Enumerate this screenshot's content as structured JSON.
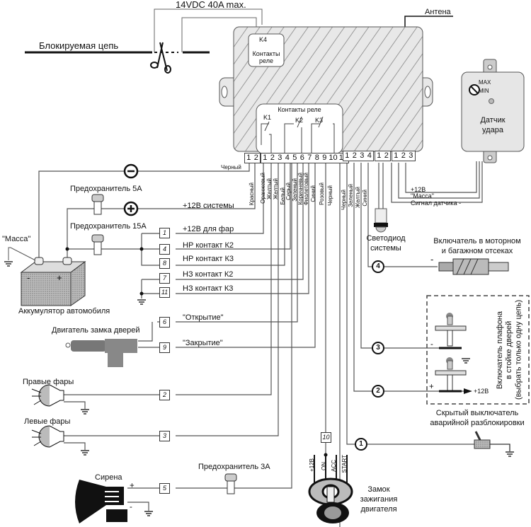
{
  "top": {
    "rating": "14VDC  40A  max.",
    "blocked_circuit": "Блокируемая цепь",
    "antenna": "Антена"
  },
  "control_unit": {
    "k4_label": "K4",
    "k4_contacts": "Контакты",
    "k4_contacts2": "реле",
    "relay_contacts": "Контакты реле",
    "k1": "K1",
    "k2": "K2",
    "k3": "K3",
    "connectors": {
      "power": [
        "1",
        "2"
      ],
      "main": [
        "1",
        "2",
        "3",
        "4",
        "5",
        "6",
        "7",
        "8",
        "9",
        "10",
        "11"
      ],
      "four": [
        "1",
        "2",
        "3",
        "4"
      ],
      "led": [
        "1",
        "2"
      ],
      "sensor": [
        "1",
        "2",
        "3"
      ]
    }
  },
  "wire_colors": {
    "power": [
      "Черный",
      "Красный"
    ],
    "main": [
      "Оранжевый",
      "Желтый",
      "Желтый",
      "Белый",
      "Серый",
      "Зеленый",
      "Коричневый",
      "Фиолетовый",
      "Синий",
      "Розовый",
      "Черный"
    ],
    "four": [
      "Черный",
      "Зеленый",
      "Желтый",
      "Синий"
    ]
  },
  "shock_sensor": {
    "title": "Датчик",
    "title2": "удара",
    "max": "MAX",
    "min": "MIN",
    "wires": [
      "+12В",
      "\"Масса\"",
      "Сигнал датчика -"
    ]
  },
  "battery": {
    "label": "Аккумулятор автомобиля",
    "ground": "\"Масса\"",
    "minus": "-",
    "plus": "+"
  },
  "fuses": {
    "fuse5": "Предохранитель 5А",
    "fuse15": "Предохранитель 15А",
    "fuse3": "Предохранитель 3А"
  },
  "lines": {
    "plus12_system": "+12В системы",
    "plus12_lights": "+12В для фар",
    "no_k2": "НР контакт К2",
    "no_k3": "НР контакт К3",
    "nc_k2": "НЗ контакт К2",
    "nc_k3": "НЗ контакт К3",
    "open": "\"Открытие\"",
    "close": "\"Закрытие\""
  },
  "pin_tags": [
    "1",
    "4",
    "8",
    "7",
    "11",
    "6",
    "9",
    "2",
    "3",
    "5",
    "10"
  ],
  "components": {
    "door_motor": "Двигатель замка дверей",
    "right_lights": "Правые фары",
    "left_lights": "Левые фары",
    "siren": "Сирена",
    "siren_plus": "+",
    "siren_minus": "-",
    "led": "Светодиод",
    "led2": "системы",
    "hood_switch": "Включатель в моторном",
    "hood_switch2": "и багажном отсеках",
    "door_switch": "Включатель плафона",
    "door_switch2": "в стойке дверей",
    "door_switch3": "(выбрать только одну цепь)",
    "hidden_switch": "Скрытый выключатель",
    "hidden_switch2": "аварийной разблокировки",
    "ignition": "Замок",
    "ignition2": "зажигания",
    "ignition3": "двигателя",
    "ign_pins": [
      "+12В",
      "ON",
      "ACC",
      "START"
    ],
    "plus12": "+12В",
    "minus": "-",
    "plus": "+"
  },
  "circled": [
    "1",
    "2",
    "3",
    "4"
  ],
  "symbols": {
    "minus": "−",
    "plus": "+"
  }
}
